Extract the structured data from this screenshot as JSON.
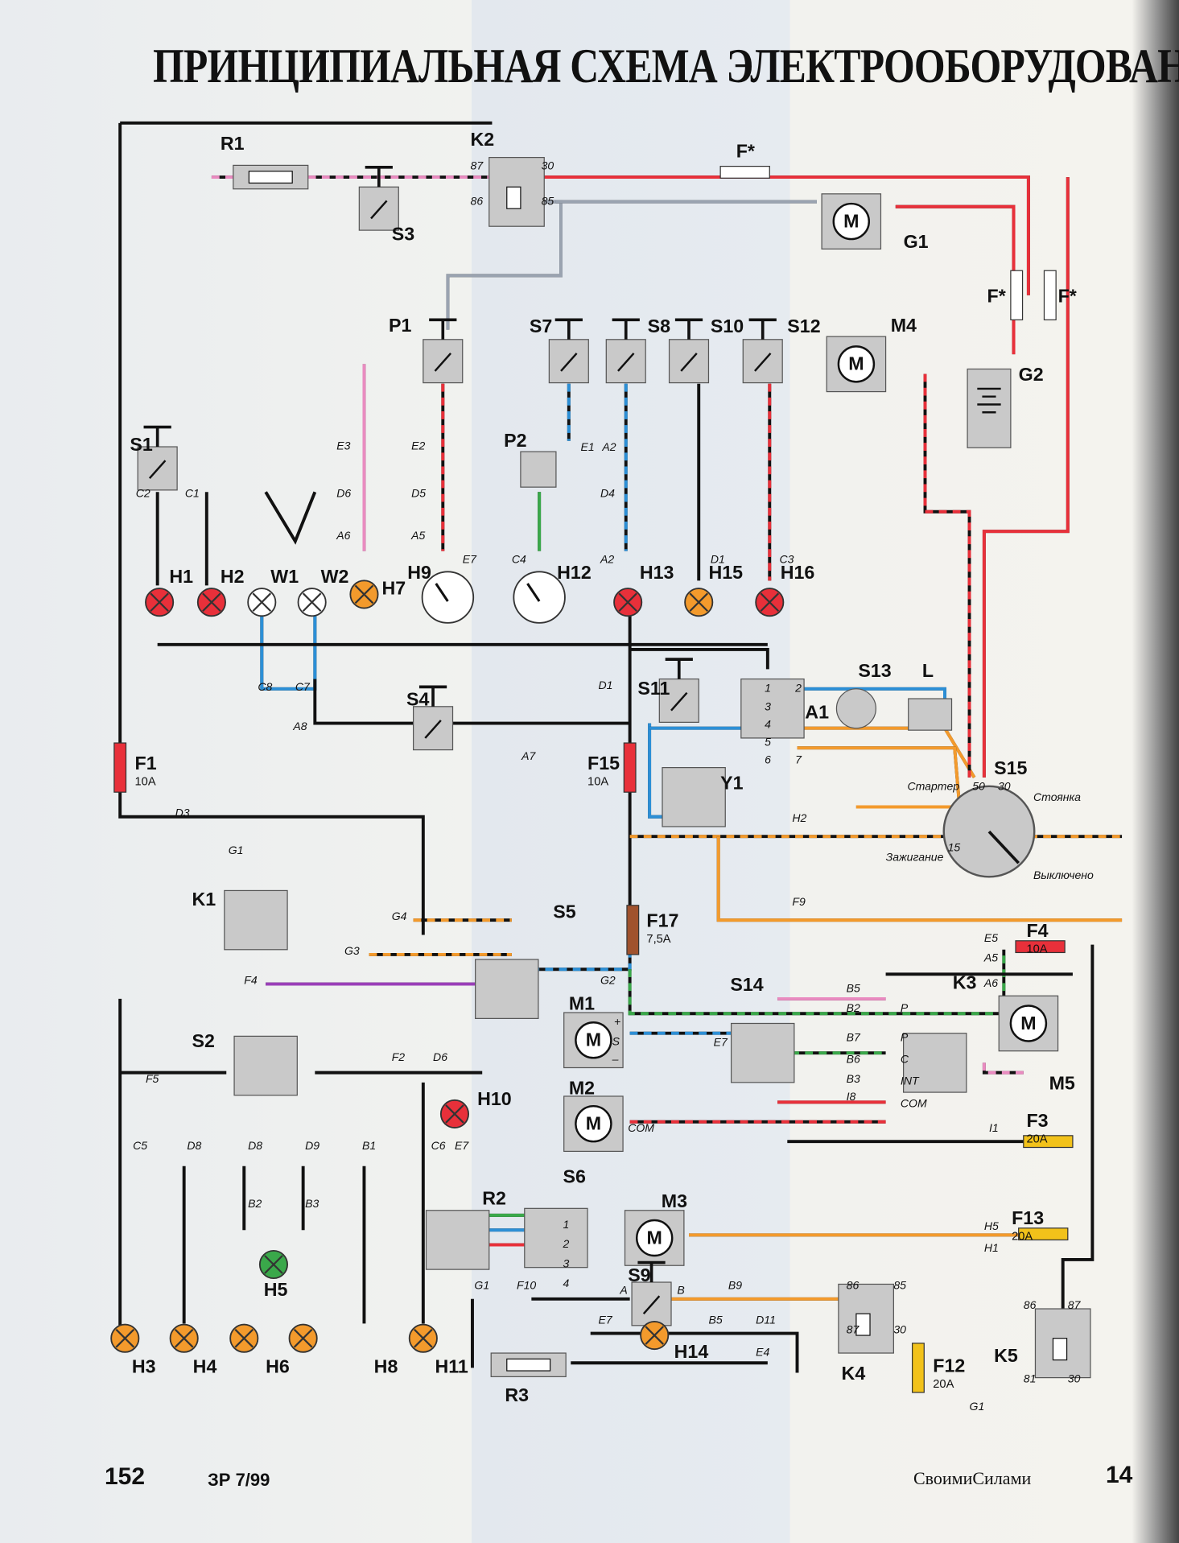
{
  "title": "ПРИНЦИПИАЛЬНАЯ СХЕМА ЭЛЕКТРООБОРУДОВАНИЯ",
  "footer": {
    "page_left": "152",
    "issue": "ЗР 7/99",
    "logo": "СвоимиСилами",
    "page_right": "14"
  },
  "colors": {
    "red": "#e8303a",
    "orange": "#f39a2c",
    "green": "#3aa84a",
    "blue": "#2c8fd6",
    "pink": "#e98bc0",
    "violet": "#9a3fb8",
    "gray_wire": "#9aa3b0",
    "component": "#c9c9c9"
  },
  "components": [
    {
      "label": "R1"
    },
    {
      "label": "K2"
    },
    {
      "label": "F*"
    },
    {
      "label": "S3"
    },
    {
      "label": "G1"
    },
    {
      "label": "F*"
    },
    {
      "label": "F*"
    },
    {
      "label": "M4"
    },
    {
      "label": "G2"
    },
    {
      "label": "P1"
    },
    {
      "label": "S7"
    },
    {
      "label": "S8"
    },
    {
      "label": "S10"
    },
    {
      "label": "S12"
    },
    {
      "label": "S1"
    },
    {
      "label": "P2"
    },
    {
      "label": "H1",
      "color": "#e8303a"
    },
    {
      "label": "H2",
      "color": "#e8303a"
    },
    {
      "label": "W1",
      "color": "#ffffff"
    },
    {
      "label": "W2",
      "color": "#ffffff"
    },
    {
      "label": "H7",
      "color": "#f39a2c"
    },
    {
      "label": "H9"
    },
    {
      "label": "H12"
    },
    {
      "label": "H13",
      "color": "#e8303a"
    },
    {
      "label": "H15",
      "color": "#f39a2c"
    },
    {
      "label": "H16",
      "color": "#e8303a"
    },
    {
      "label": "S11"
    },
    {
      "label": "A1"
    },
    {
      "label": "S13"
    },
    {
      "label": "L"
    },
    {
      "label": "S4"
    },
    {
      "label": "F1",
      "rating": "10A"
    },
    {
      "label": "F15",
      "rating": "10A"
    },
    {
      "label": "Y1"
    },
    {
      "label": "S15"
    },
    {
      "label": "K1"
    },
    {
      "label": "S5"
    },
    {
      "label": "F17",
      "rating": "7,5A"
    },
    {
      "label": "F4",
      "rating": "10A"
    },
    {
      "label": "K3"
    },
    {
      "label": "S14"
    },
    {
      "label": "M1"
    },
    {
      "label": "M5"
    },
    {
      "label": "S2"
    },
    {
      "label": "M2"
    },
    {
      "label": "F3",
      "rating": "20A"
    },
    {
      "label": "H10",
      "color": "#e8303a"
    },
    {
      "label": "S6"
    },
    {
      "label": "M3"
    },
    {
      "label": "R2"
    },
    {
      "label": "F13",
      "rating": "20A"
    },
    {
      "label": "H5",
      "color": "#3aa84a"
    },
    {
      "label": "S9"
    },
    {
      "label": "H14",
      "color": "#f39a2c"
    },
    {
      "label": "K4"
    },
    {
      "label": "K5"
    },
    {
      "label": "F12",
      "rating": "20A"
    },
    {
      "label": "R3"
    },
    {
      "label": "H3",
      "color": "#f39a2c"
    },
    {
      "label": "H4",
      "color": "#f39a2c"
    },
    {
      "label": "H6",
      "color": "#f39a2c"
    },
    {
      "label": "H8",
      "color": "#f39a2c"
    },
    {
      "label": "H11",
      "color": "#f39a2c"
    }
  ],
  "ignition_switch": {
    "positions": [
      "Стартер",
      "Стоянка",
      "Зажигание",
      "Выключено"
    ],
    "terminals": [
      "50",
      "30",
      "15"
    ]
  },
  "connectors": [
    "87",
    "30",
    "86",
    "85",
    "C1",
    "C2",
    "E3",
    "D6",
    "A6",
    "E2",
    "D5",
    "A5",
    "E7",
    "C4",
    "E1",
    "A2",
    "D4",
    "A2",
    "D1",
    "C3",
    "C8",
    "C7",
    "A8",
    "A7",
    "D1",
    "D3",
    "H2",
    "F9",
    "G1",
    "G4",
    "G3",
    "F4",
    "F2",
    "F5",
    "G2",
    "E5",
    "A5",
    "A6",
    "B5",
    "B2",
    "B7",
    "B6",
    "B3",
    "I8",
    "I1",
    "E7",
    "D6",
    "C5",
    "D8",
    "D8",
    "D9",
    "B1",
    "C6",
    "E7",
    "B2",
    "B3",
    "H5",
    "H1",
    "G1",
    "F10",
    "B9",
    "B5",
    "D11",
    "E4",
    "E7",
    "G1",
    "86",
    "85",
    "87",
    "30",
    "86",
    "87",
    "81",
    "30",
    "1",
    "2",
    "3",
    "4",
    "5",
    "6",
    "7",
    "1",
    "2",
    "3",
    "4",
    "A",
    "B",
    "P",
    "P",
    "C",
    "INT",
    "COM",
    "+",
    "S",
    "–",
    "COM"
  ]
}
